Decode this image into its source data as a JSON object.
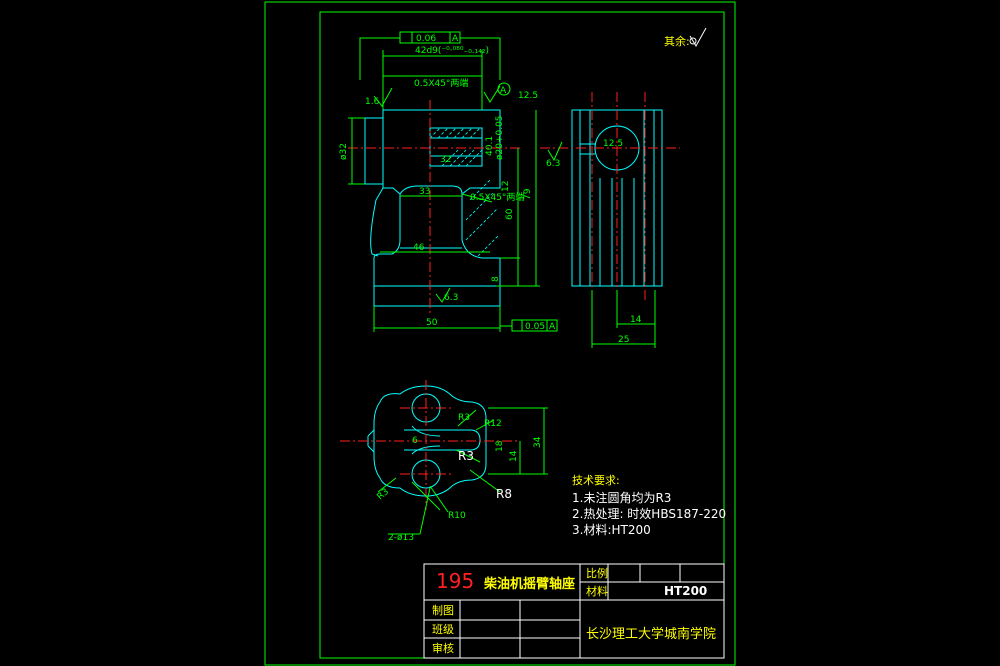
{
  "drawing": {
    "title_number": "195",
    "title_name": "柴油机摇臂轴座",
    "scale_label": "比例",
    "material_label": "材料",
    "material_value": "HT200",
    "drawn_label": "制图",
    "class_label": "班级",
    "review_label": "审核",
    "school": "长沙理工大学城南学院",
    "remaining_roughness": "其余:"
  },
  "tech": {
    "heading": "技术要求:",
    "items": [
      "1.未注圆角均为R3",
      "2.热处理: 时效HBS187-220",
      "3.材料:HT200"
    ]
  },
  "dims": {
    "tol_top": "0.06",
    "tol_top_datum": "A",
    "width_42": "42d9(⁻⁰·⁰⁸⁰₋₀.₁₄₂)",
    "chamfer1": "0.5X45°两端",
    "chamfer2": "0.5X45°两端",
    "dia32": "ø32",
    "dia20": "ø20+0.05",
    "d40": "40.1",
    "d32b": "32",
    "d33": "33",
    "d46": "46",
    "d50": "50",
    "d60": "60",
    "d79": "79",
    "d8": "8",
    "d12": "12",
    "rough_125": "12.5",
    "rough_16": "1.6",
    "rough_63": "6.3",
    "tol_bottom": "0.05",
    "tol_bottom_datum": "A",
    "datum_a": "A",
    "d14": "14",
    "d25": "25",
    "d34": "34",
    "d14b": "14",
    "d18": "18",
    "d6": "6",
    "r3": "R3",
    "r8": "R8",
    "r10": "R10",
    "r12": "R12",
    "r3b": "R3",
    "r3c": "R3",
    "holes": "2-ø13"
  }
}
